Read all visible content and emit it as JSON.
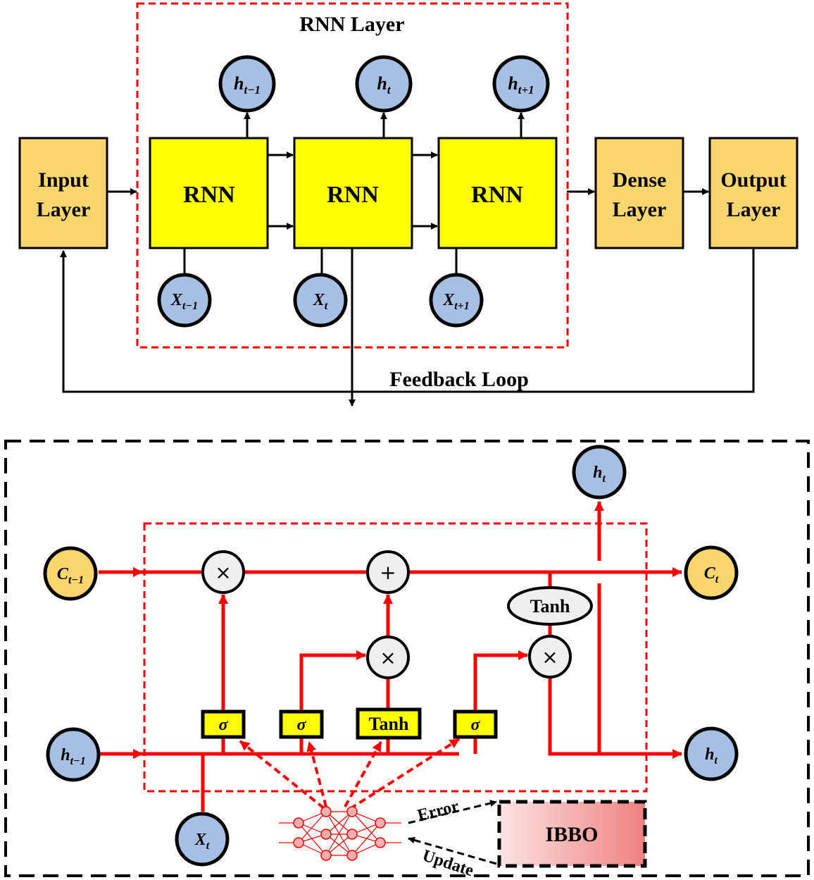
{
  "top": {
    "rnn_layer_title": "RNN Layer",
    "input_layer": [
      "Input",
      "Layer"
    ],
    "dense_layer": [
      "Dense",
      "Layer"
    ],
    "output_layer": [
      "Output",
      "Layer"
    ],
    "rnn_cells": [
      "RNN",
      "RNN",
      "RNN"
    ],
    "hidden_states": [
      {
        "base": "h",
        "sub": "t−1"
      },
      {
        "base": "h",
        "sub": "t"
      },
      {
        "base": "h",
        "sub": "t+1"
      }
    ],
    "inputs": [
      {
        "base": "X",
        "sub": "t−1"
      },
      {
        "base": "X",
        "sub": "t"
      },
      {
        "base": "X",
        "sub": "t+1"
      }
    ],
    "feedback_label": "Feedback Loop"
  },
  "bottom": {
    "c_prev": {
      "base": "C",
      "sub": "t−1"
    },
    "c_next": {
      "base": "C",
      "sub": "t"
    },
    "h_prev": {
      "base": "h",
      "sub": "t−1"
    },
    "h_out_top": {
      "base": "h",
      "sub": "t"
    },
    "h_out_right": {
      "base": "h",
      "sub": "t"
    },
    "x_in": {
      "base": "X",
      "sub": "t"
    },
    "op_forget": "×",
    "op_add": "+",
    "op_input": "×",
    "op_output": "×",
    "tanh_ellipse": "Tanh",
    "gates": [
      "σ",
      "σ",
      "Tanh",
      "σ"
    ],
    "optimizer": "IBBO",
    "error_label": "Error",
    "update_label": "Update"
  },
  "colors": {
    "layer_box": "#FBD56E",
    "rnn_cell": "#FFFF00",
    "state_circle": "#A7BFE2",
    "cell_state_circle": "#FBD56E",
    "lstm_line": "#FF0000",
    "optimizer_fill_from": "#FCE4E4",
    "optimizer_fill_to": "#F08080"
  }
}
